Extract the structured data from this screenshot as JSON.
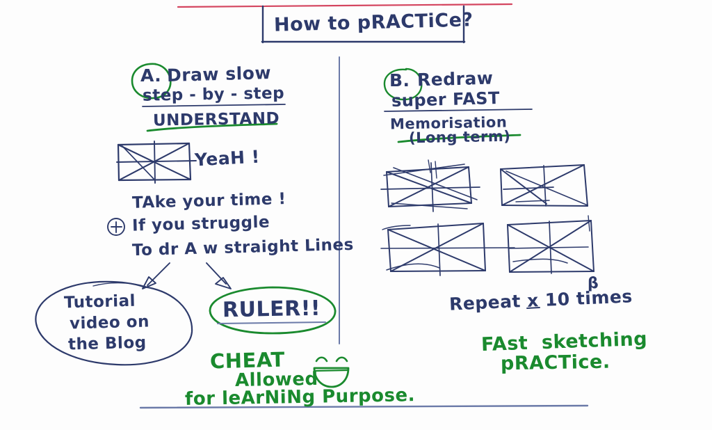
{
  "page": {
    "kind": "handwritten-whiteboard-note",
    "background_color": "#fdfdfd",
    "ink_blue": "#2d3a6b",
    "ink_green": "#1a8a2e",
    "ink_red": "#d4455f"
  },
  "title_box": {
    "text": "How to pRACTiCe?"
  },
  "top_rule": {
    "color": "#d4455f"
  },
  "section_a": {
    "label": "A.",
    "heading_line1": "Draw slow",
    "heading_line2": "step - by - step",
    "keyword": "UNDERSTAND",
    "sketch_caption": "YeaH !",
    "note": "TAke your time !",
    "plus_marker": "+",
    "struggle_line1": "If you struggle",
    "struggle_line2": "To dr A w straight Lines",
    "bubble_blue": {
      "line1": "Tutorial",
      "line2": "video on",
      "line3": "the Blog"
    },
    "bubble_green": {
      "text": "RULER!!"
    }
  },
  "section_b": {
    "label": "B.",
    "heading_line1": "Redraw",
    "heading_line2": "super FAST",
    "keyword_line1": "Memorisation",
    "keyword_line2": "(Long term)",
    "repeat_note": "Repeat x 10 times",
    "repeat_superscript": "β",
    "closing_line1": "FAst  sketching",
    "closing_line2": "pRACTice."
  },
  "footer": {
    "line1": "CHEAT",
    "line2": "Allowed",
    "line3": "for leArNiNg Purpose.",
    "smiley": "smiley-face"
  }
}
